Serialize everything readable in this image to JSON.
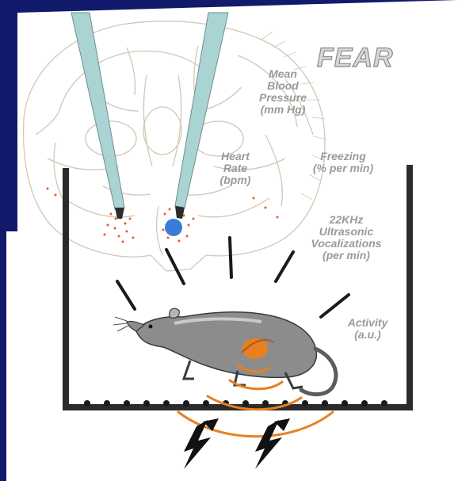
{
  "diagram": {
    "title": "FEAR",
    "labels": {
      "blood_pressure": "Mean\nBlood\nPressure\n(mm Hg)",
      "heart_rate": "Heart\nRate\n(bpm)",
      "freezing": "Freezing\n(% per min)",
      "vocalizations": "22KHz\nUltrasonic\nVocalizations\n(per min)",
      "activity": "Activity\n(a.u.)"
    },
    "colors": {
      "background": "#121a6b",
      "panel": "#ffffff",
      "electrode": "#a9d4d3",
      "cage": "#2b2b2b",
      "sound_waves": "#e8801f",
      "heart": "#e8801f",
      "brain_lines": "#d3c6b5",
      "amygdala_dots": "#e85a2a",
      "stimulation_spot": "#3d7bd9",
      "labels": "#9a9a9a"
    },
    "icons": [
      "electrode-probe",
      "brain-section",
      "rat",
      "shock-bolt",
      "grid-floor"
    ]
  }
}
